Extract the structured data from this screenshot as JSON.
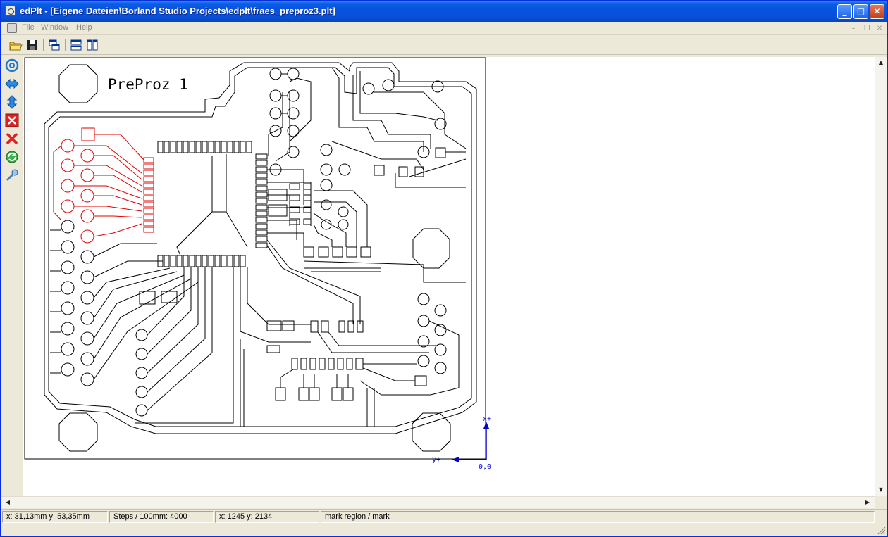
{
  "window": {
    "title": "edPlt - [Eigene Dateien\\Borland Studio Projects\\edplt\\fraes_preproz3.plt]"
  },
  "menu": {
    "items": [
      "File",
      "Window",
      "Help"
    ]
  },
  "pcb": {
    "label": "PreProz 1"
  },
  "axes": {
    "x_label": "x+",
    "y_label": "y+",
    "origin_label": "0,0"
  },
  "status": {
    "position_mm": "x: 31,13mm y: 53,35mm",
    "steps": "Steps / 100mm: 4000",
    "position_steps": "x: 1245 y: 2134",
    "mode": "mark region / mark"
  },
  "colors": {
    "titlebar": "#0853e0",
    "selected_traces": "#e00000",
    "traces": "#000000",
    "axes": "#0000cc"
  },
  "icons": {
    "toolbar": [
      "open-folder-icon",
      "save-icon",
      "cascade-windows-icon",
      "tile-horizontal-icon",
      "tile-vertical-icon"
    ],
    "sidebar": [
      "circle-target-icon",
      "arrow-horizontal-icon",
      "arrow-vertical-icon",
      "delete-box-icon",
      "cross-delete-icon",
      "refresh-icon",
      "tool-icon"
    ]
  }
}
